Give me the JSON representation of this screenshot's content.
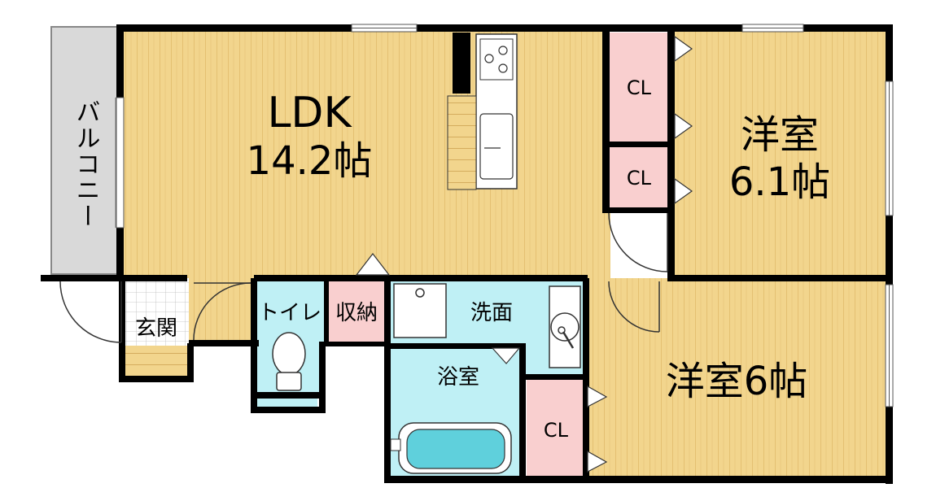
{
  "rooms": {
    "ldk": {
      "name": "LDK",
      "size": "14.2帖"
    },
    "western1": {
      "name": "洋室",
      "size": "6.1帖"
    },
    "western2": {
      "label": "洋室6帖"
    },
    "balcony": {
      "label": "バルコニー"
    },
    "entrance": {
      "label": "玄関"
    },
    "toilet": {
      "label": "トイレ"
    },
    "storage": {
      "label": "収納"
    },
    "washroom": {
      "label": "洗面"
    },
    "bathroom": {
      "label": "浴室"
    },
    "closet1": {
      "label": "CL"
    },
    "closet2": {
      "label": "CL"
    },
    "closet3": {
      "label": "CL"
    }
  },
  "colors": {
    "floor_wood": "#f2d58d",
    "floor_wood_line": "#dcb25f",
    "balcony": "#d9d9d9",
    "closet": "#f9cfcf",
    "wet_area": "#bff0f5",
    "storage": "#f9cfcf",
    "bath_tub": "#5fd0dc",
    "wall": "#000000"
  }
}
